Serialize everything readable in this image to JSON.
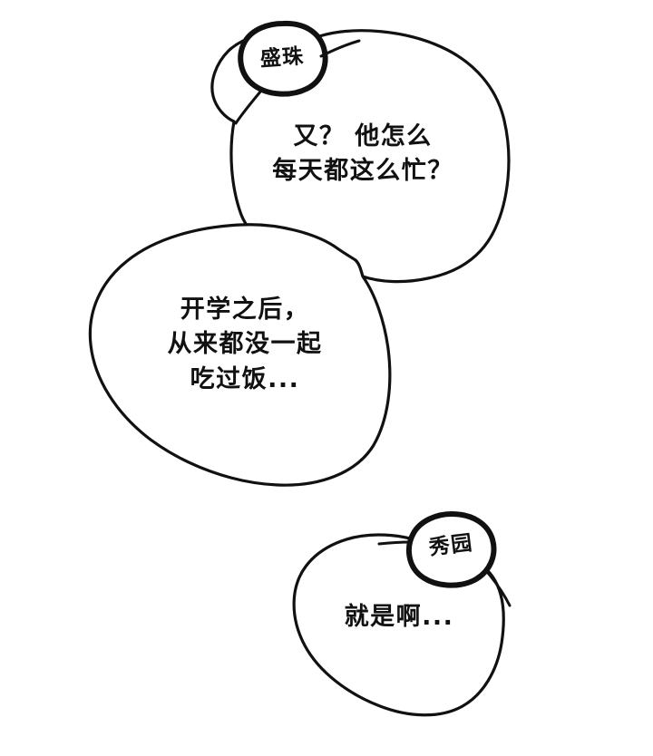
{
  "panel": {
    "background_color": "#ffffff",
    "line_color": "#111111",
    "text_color": "#111111"
  },
  "speakers": [
    {
      "id": "speaker-1",
      "name": "盛珠"
    },
    {
      "id": "speaker-2",
      "name": "秀园"
    }
  ],
  "bubbles": [
    {
      "id": "bubble-1",
      "speaker": "盛珠",
      "text": "又？ 他怎么\n每天都这么忙？"
    },
    {
      "id": "bubble-2",
      "speaker": "盛珠",
      "text": "开学之后，\n从来都没一起\n吃过饭..."
    },
    {
      "id": "bubble-3",
      "speaker": "秀园",
      "text": "就是啊..."
    }
  ]
}
